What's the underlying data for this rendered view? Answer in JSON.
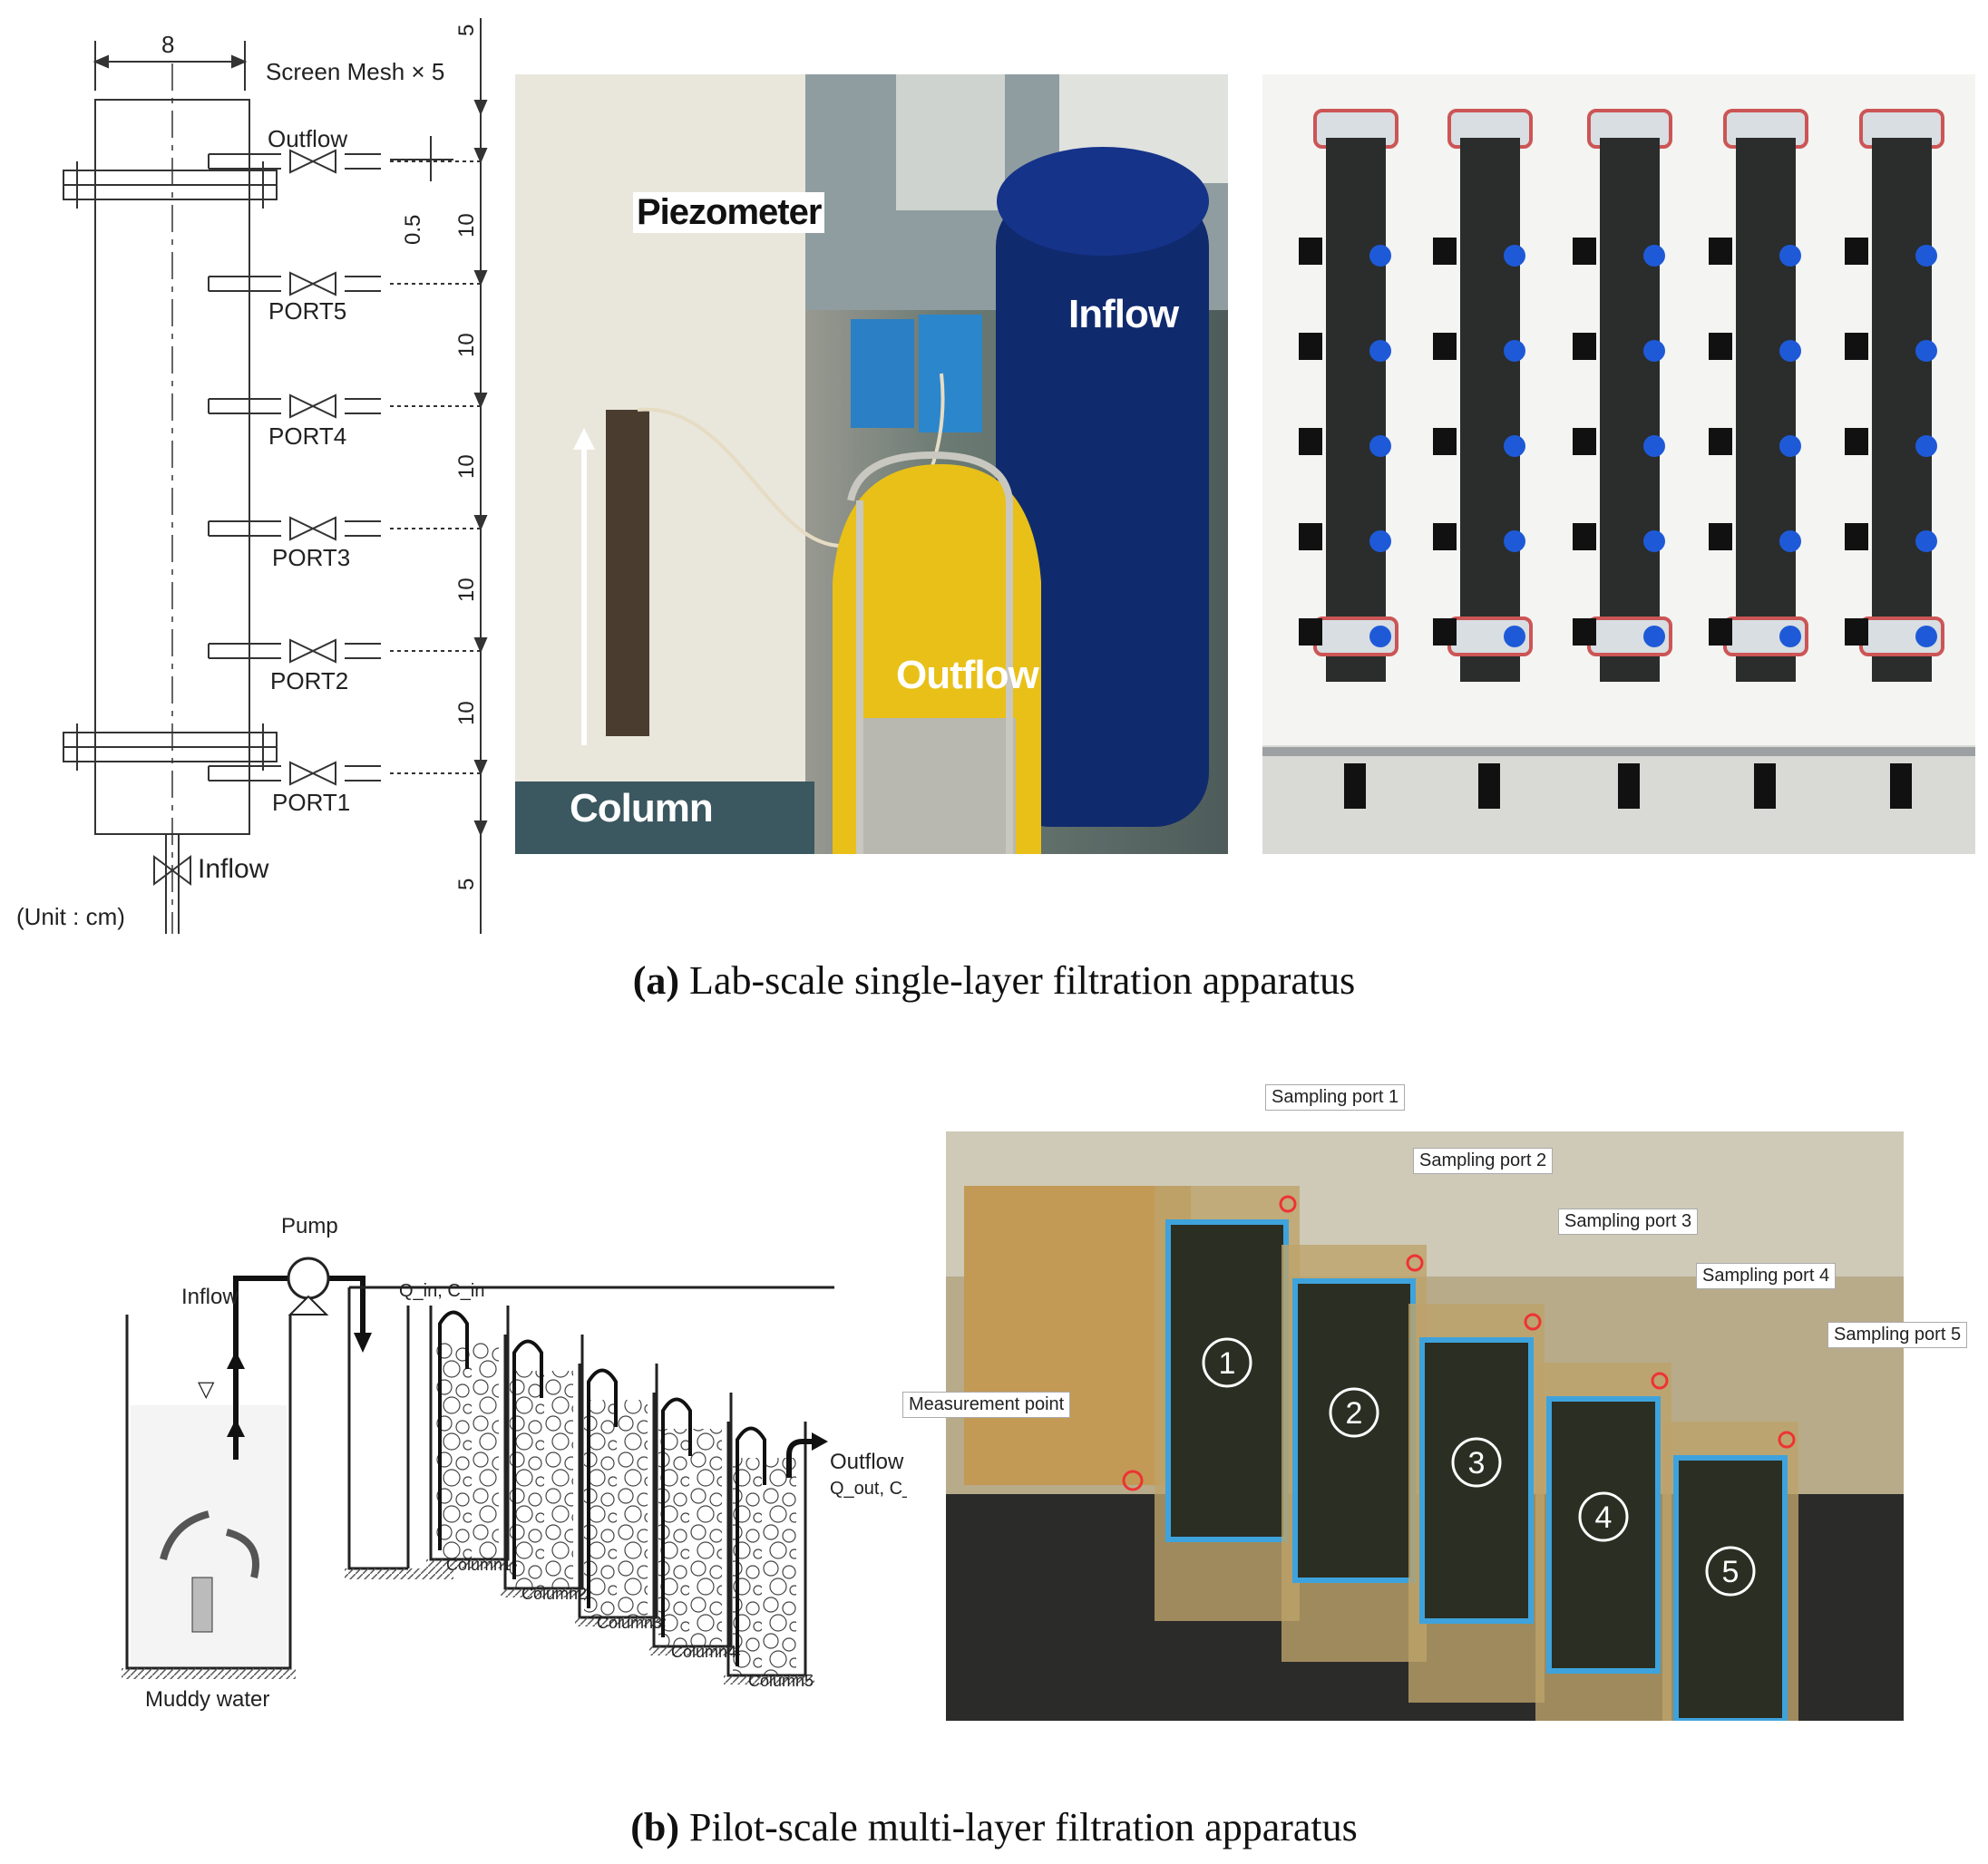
{
  "top": {
    "diagram": {
      "width_label": "8",
      "screen_mesh": "Screen Mesh × 5",
      "outflow": "Outflow",
      "ports": [
        "PORT5",
        "PORT4",
        "PORT3",
        "PORT2",
        "PORT1"
      ],
      "inflow": "Inflow",
      "unit": "(Unit : cm)",
      "dims": [
        "5",
        "10",
        "10",
        "10",
        "10",
        "10",
        "5"
      ],
      "dim_small": "0.5"
    },
    "photo1": {
      "piezometer": "Piezometer",
      "inflow": "Inflow",
      "outflow": "Outflow",
      "column": "Column"
    },
    "caption_bold": "(a)",
    "caption_text": " Lab-scale single-layer filtration apparatus"
  },
  "bottom": {
    "schematic": {
      "pump": "Pump",
      "inflow": "Inflow",
      "q_in": "Q_in, C_in",
      "outflow": "Outflow",
      "q_out": "Q_out, C_out",
      "muddy_water": "Muddy water",
      "columns": [
        "Column1",
        "Column2",
        "Column3",
        "Column4",
        "Column5"
      ]
    },
    "photo2": {
      "sampling_ports": [
        "Sampling port 1",
        "Sampling port 2",
        "Sampling port 3",
        "Sampling port 4",
        "Sampling port 5"
      ],
      "measurement_point": "Measurement point",
      "numbers": [
        "1",
        "2",
        "3",
        "4",
        "5"
      ]
    },
    "caption_bold": "(b)",
    "caption_text": " Pilot-scale multi-layer filtration apparatus"
  }
}
